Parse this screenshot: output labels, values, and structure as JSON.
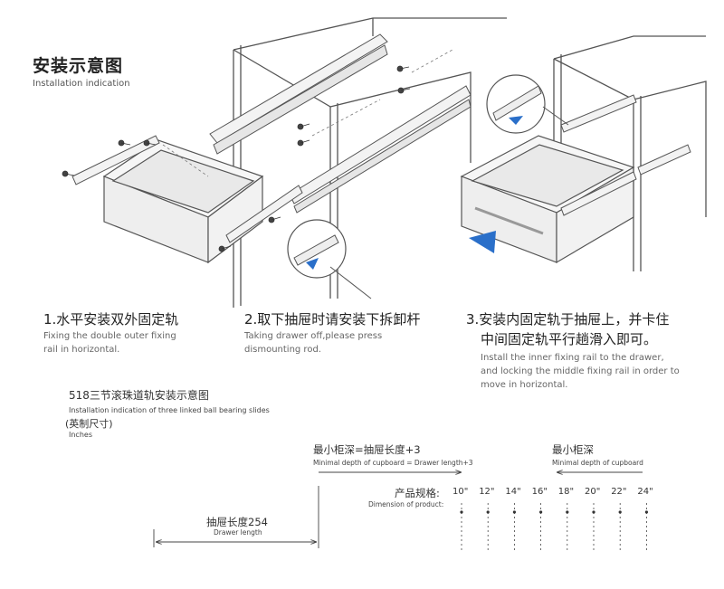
{
  "title": {
    "zh": "安装示意图",
    "en": "Installation indication"
  },
  "steps": [
    {
      "zh": "1.水平安装双外固定轨",
      "en_lines": [
        "Fixing the double outer fixing",
        "rail in horizontal."
      ]
    },
    {
      "zh": "2.取下抽屉时请安装下拆卸杆",
      "en_lines": [
        "Taking drawer off,please press",
        "dismounting rod."
      ]
    },
    {
      "zh_lines": [
        "3.安装内固定轨于抽屉上，并卡住",
        "中间固定轨平行趟滑入即可。"
      ],
      "en_lines": [
        "Install the inner fixing rail to the drawer,",
        "and locking the middle fixing rail in order to",
        "move in horizontal."
      ]
    }
  ],
  "spec": {
    "title_zh": "518三节滚珠道轨安装示意图",
    "title_en": "Installation indication of three linked ball bearing slides",
    "unit_zh": "(英制尺寸)",
    "unit_en": "Inches"
  },
  "dimensions": {
    "min_depth_formula_zh": "最小柜深=抽屉长度+3",
    "min_depth_formula_en": "Minimal depth of cupboard = Drawer length+3",
    "min_depth_zh": "最小柜深",
    "min_depth_en": "Minimal depth of cupboard",
    "product_zh": "产品规格:",
    "product_en": "Dimension of product:",
    "drawer_length_zh": "抽屉长度254",
    "drawer_length_en": "Drawer length",
    "sizes": [
      "10\"",
      "12\"",
      "14\"",
      "16\"",
      "18\"",
      "20\"",
      "22\"",
      "24\""
    ]
  },
  "colors": {
    "line": "#555555",
    "accent": "#2a6fc9"
  }
}
